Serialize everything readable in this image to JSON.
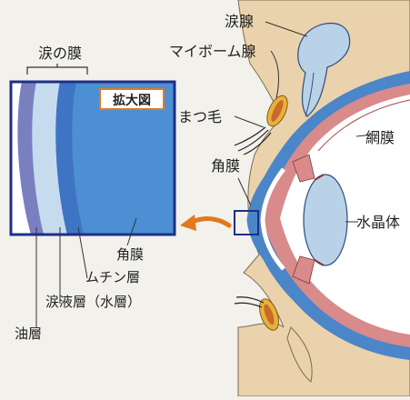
{
  "labels": {
    "tear_gland": "涙腺",
    "meibomian_gland": "マイボーム腺",
    "eyelash": "まつ毛",
    "cornea_top": "角膜",
    "retina": "網膜",
    "lens": "水晶体",
    "tear_film": "涙の膜",
    "zoom_badge": "拡大図",
    "cornea_inset": "角膜",
    "mucin_layer": "ムチン層",
    "aqueous_layer": "涙液層（水層）",
    "oil_layer": "油層"
  },
  "colors": {
    "background": "#f2f1ec",
    "skin": "#ead2ac",
    "sclera_blue": "#4a86c8",
    "choroid_pink": "#d98a8a",
    "eyeball_fill": "#ffffff",
    "lens_blue": "#b9d2e8",
    "inset_frame": "#1e2f8a",
    "badge_border": "#e07a1c",
    "arrow_orange": "#e07a1c",
    "oil_layer": "#7a7fc0",
    "aqueous_layer": "#c6dcee",
    "mucin_layer": "#3f74c4",
    "cornea_layer": "#4c8fd3"
  },
  "icons": {
    "zoom_arrow": "curved-arrow-left-icon"
  }
}
